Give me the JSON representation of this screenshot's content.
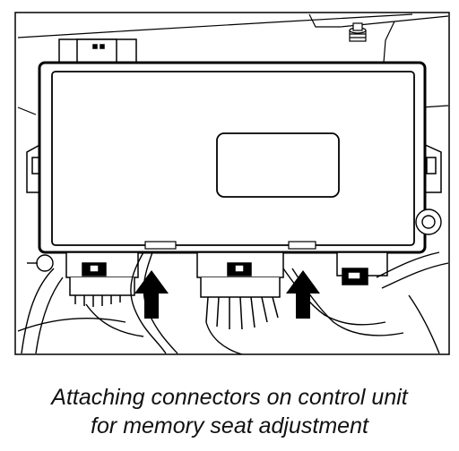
{
  "caption": {
    "line1": "Attaching connectors on control unit",
    "line2": "for memory seat adjustment"
  },
  "colors": {
    "line": "#000000",
    "background": "#ffffff",
    "text": "#111111"
  },
  "arrows": [
    {
      "name": "arrow-connector-left",
      "direction": "up"
    },
    {
      "name": "arrow-connector-right",
      "direction": "up"
    }
  ]
}
